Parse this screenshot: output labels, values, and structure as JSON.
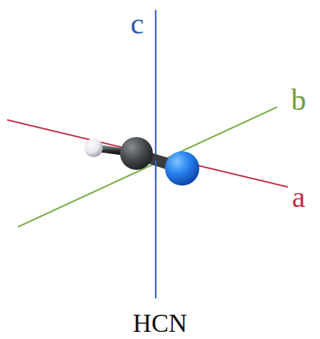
{
  "diagram": {
    "caption": "HCN",
    "labels": [
      "c",
      "b",
      "a"
    ]
  }
}
